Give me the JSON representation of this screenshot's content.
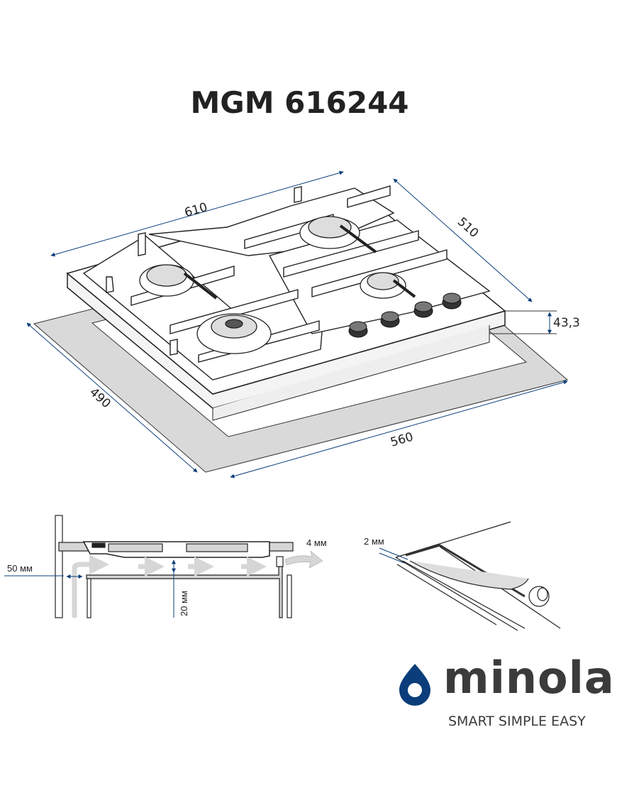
{
  "title": "MGM 616244",
  "dimensions": {
    "width_top": "610",
    "depth_top": "510",
    "height": "43,3",
    "cutout_depth": "490",
    "cutout_width": "560"
  },
  "installation": {
    "wall_gap": "50 мм",
    "air_gap": "20 мм",
    "rear_gap": "4 мм",
    "seal_thickness": "2 мм"
  },
  "brand": {
    "name": "minola",
    "tagline": "SMART SIMPLE EASY",
    "accent_color": "#0a3d7a",
    "text_color": "#3b3b3b"
  }
}
